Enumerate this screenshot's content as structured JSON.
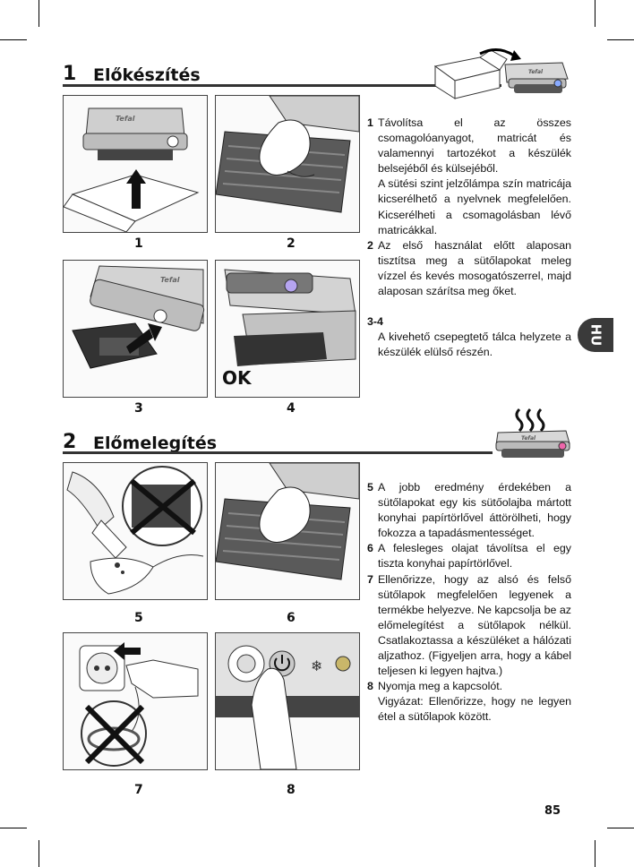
{
  "section1": {
    "number": "1",
    "title": "Előkészítés"
  },
  "section2": {
    "number": "2",
    "title": "Előmelegítés"
  },
  "side_tab": "HU",
  "page_number": "85",
  "figures": {
    "f1": "1",
    "f2": "2",
    "f3": "3",
    "f4": "4",
    "f5": "5",
    "f6": "6",
    "f7": "7",
    "f8": "8",
    "ok": "OK",
    "grill_brand": "Tefal"
  },
  "steps1": [
    {
      "num": "1",
      "paras": [
        "Távolítsa el az összes csomagolóanyagot, matricát és valamennyi tartozékot a készülék belsejéből és külsejéből.",
        "A sütési szint jelzőlámpa szín matricája kicserélhető a nyelvnek megfelelően. Kicserélheti a csomagolásban lévő matricákkal."
      ]
    },
    {
      "num": "2",
      "paras": [
        "Az első használat előtt alaposan tisztítsa meg a sütőlapokat meleg vízzel és kevés mosogatószerrel, majd alaposan szárítsa meg őket."
      ]
    },
    {
      "num": "3-4",
      "paras": [
        "A kivehető csepegtető tálca helyzete a készülék elülső részén."
      ]
    }
  ],
  "steps2": [
    {
      "num": "5",
      "paras": [
        "A jobb eredmény érdekében a sütőlapokat egy kis sütőolajba mártott konyhai papírtörlővel áttörölheti, hogy fokozza a tapadásmentességet."
      ]
    },
    {
      "num": "6",
      "paras": [
        "A felesleges olajat távolítsa el egy tiszta konyhai papírtörlővel."
      ]
    },
    {
      "num": "7",
      "paras": [
        "Ellenőrizze, hogy az alsó és felső sütőlapok megfelelően legyenek a termékbe helyezve. Ne kapcsolja be az előmelegítést a sütőlapok nélkül. Csatlakoztassa a készüléket a hálózati aljzathoz. (Figyeljen arra, hogy a kábel teljesen ki legyen hajtva.)"
      ]
    },
    {
      "num": "8",
      "paras": [
        "Nyomja meg a kapcsolót.",
        "Vigyázat: Ellenőrizze, hogy ne legyen étel a sütőlapok között."
      ]
    }
  ],
  "colors": {
    "rule": "#333333",
    "tab": "#3a3a3a"
  },
  "icons": [
    "box-icon",
    "grill-icon",
    "heat-waves-icon",
    "power-button-icon",
    "snowflake-icon",
    "cross-mark-icon",
    "arrow-icon"
  ]
}
